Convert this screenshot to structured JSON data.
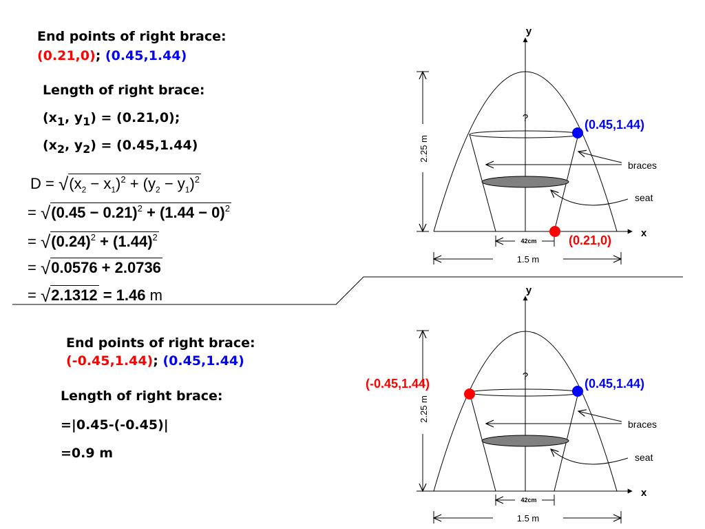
{
  "top": {
    "endpoints_heading": "End points of right brace:",
    "endpoint_a": "(0.21,0)",
    "separator": ";",
    "endpoint_b": "(0.45,1.44)",
    "length_heading": "Length of right brace:",
    "p1_line": [
      "(x",
      "1",
      ", y",
      "1",
      ") = (0.21,0);"
    ],
    "p2_line": [
      "(x",
      "2",
      ", y",
      "2",
      ") = (0.45,1.44)"
    ],
    "formula": {
      "lhs": "D =",
      "step1": [
        "(x",
        "2",
        " − x",
        "1",
        ")",
        "2",
        " + (y",
        "2",
        " − y",
        "1",
        ")",
        "2"
      ],
      "step2": [
        "(0.45 − 0.21)",
        "2",
        " + (1.44 − 0)",
        "2"
      ],
      "step3": [
        "(0.24)",
        "2",
        " + (1.44)",
        "2"
      ],
      "step4": "0.0576 + 2.0736",
      "step5_radicand": "2.1312",
      "step5_result": "= 1.46",
      "unit": "m",
      "eq": "="
    }
  },
  "bottom": {
    "endpoints_heading": "End points of right brace:",
    "endpoint_a": "(-0.45,1.44)",
    "separator": ";",
    "endpoint_b": "(0.45,1.44)",
    "length_heading": "Length of right brace:",
    "calc1": "=|0.45-(-0.45)|",
    "calc2": "=0.9 m"
  },
  "diagram_top": {
    "y_axis": "y",
    "x_axis": "x",
    "height_label": "2.25 m",
    "width_label": "1.5 m",
    "gap_label": "42cm",
    "question": "?",
    "braces_label": "braces",
    "seat_label": "seat",
    "point_blue": "(0.45,1.44)",
    "point_red": "(0.21,0)"
  },
  "diagram_bottom": {
    "y_axis": "y",
    "x_axis": "x",
    "height_label": "2.25 m",
    "width_label": "1.5 m",
    "gap_label": "42cm",
    "question": "?",
    "braces_label": "braces",
    "seat_label": "seat",
    "point_blue": "(0.45,1.44)",
    "point_red": "(-0.45,1.44)"
  },
  "colors": {
    "red": "#ff0000",
    "blue": "#0000ff",
    "seat": "#808080"
  }
}
